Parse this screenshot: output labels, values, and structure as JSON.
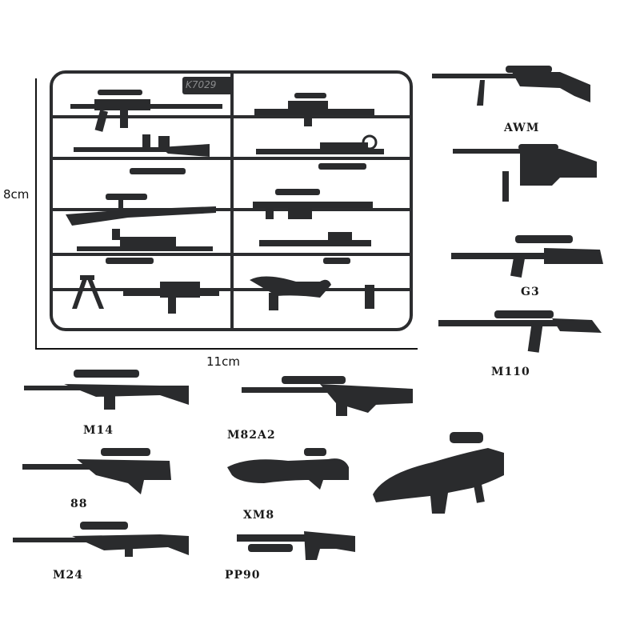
{
  "dimensions": {
    "height_label": "8cm",
    "width_label": "11cm"
  },
  "sprue": {
    "code": "K7029"
  },
  "weapons": {
    "awm": "AWM",
    "g3": "G3",
    "m110": "M110",
    "m14": "M14",
    "m82a2": "M82A2",
    "w88": "88",
    "xm8": "XM8",
    "m24": "M24",
    "pp90": "PP90"
  },
  "colors": {
    "plastic": "#2a2b2d",
    "background": "#ffffff"
  }
}
